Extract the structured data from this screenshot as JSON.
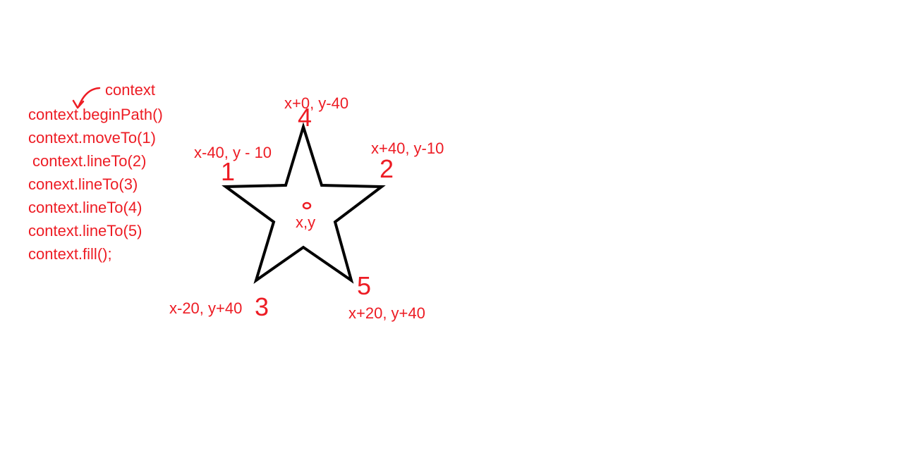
{
  "annotation": {
    "label": "context"
  },
  "code_lines": [
    "context.beginPath()",
    "context.moveTo(1)",
    "context.lineTo(2)",
    "conext.lineTo(3)",
    "context.lineTo(4)",
    "context.lineTo(5)",
    "context.fill();"
  ],
  "star": {
    "center_label": "x,y",
    "points": [
      {
        "number": "1",
        "label": "x-40, y - 10"
      },
      {
        "number": "2",
        "label": "x+40, y-10"
      },
      {
        "number": "3",
        "label": "x-20, y+40"
      },
      {
        "number": "4",
        "label": "x+0, y-40"
      },
      {
        "number": "5",
        "label": "x+20, y+40"
      }
    ]
  },
  "colors": {
    "annotation": "#ed1c24",
    "star_outline": "#000000",
    "background": "#ffffff"
  }
}
